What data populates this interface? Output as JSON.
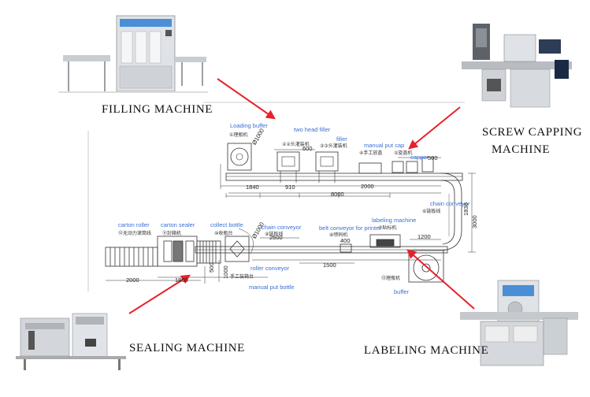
{
  "captions": {
    "filling": "FILLING MACHINE",
    "capping_1": "SCREW CAPPING",
    "capping_2": "MACHINE",
    "sealing": "SEALING MACHINE",
    "labeling": "LABELING MACHINE"
  },
  "labels": {
    "loading_buffer": "Loading buffer",
    "two_head_filler": "two head filler",
    "filler": "filler",
    "manual_put_cap": "manual put cap",
    "capper": "capper",
    "chain_conveyor_right": "chain conveyor",
    "labeling_machine": "labeling machine",
    "belt_conveyor": "belt conveyor for printer",
    "chain_conveyor_bottom": "chain conveyor",
    "collect_bottle": "collect bottle",
    "carton_roller": "carton roller",
    "carton_sealer": "carton sealer",
    "roller_conveyor": "roller conveyor",
    "manual_put_bottle": "manual put bottle",
    "buffer": "buffer"
  },
  "dimensions": {
    "d1000_top": "Ø1000",
    "d600": "600",
    "d500": "500",
    "d1840": "1840",
    "d910": "910",
    "d2000_top": "2000",
    "d8000": "8000",
    "d1836": "1836",
    "d3000": "3000",
    "d1200": "1200",
    "d2500": "2500",
    "d400": "400",
    "d1500": "1500",
    "d1000_mid": "Ø1000",
    "d2000_bottom": "2000",
    "d1800": "1800",
    "d500_bottom": "500",
    "d1000_bottom": "1000"
  },
  "chinese": {
    "c1": "①理瓶机",
    "c2": "②②头灌装机",
    "c3": "③③头灌装机",
    "c4": "④手工放盖",
    "c5": "⑤旋盖机",
    "c6": "⑥链板线",
    "c7": "⑦贴标机",
    "c8": "⑧喷码机",
    "c9": "⑨链板线",
    "c10": "⑩收瓶台",
    "c11": "⑪封箱机",
    "c12": "⑫无动力滚筒线",
    "c13": "⑬理瓶机",
    "c14": "手工装箱台"
  },
  "colors": {
    "arrow": "#e8202a",
    "label_blue": "#3a6fd8",
    "line": "#333333"
  }
}
